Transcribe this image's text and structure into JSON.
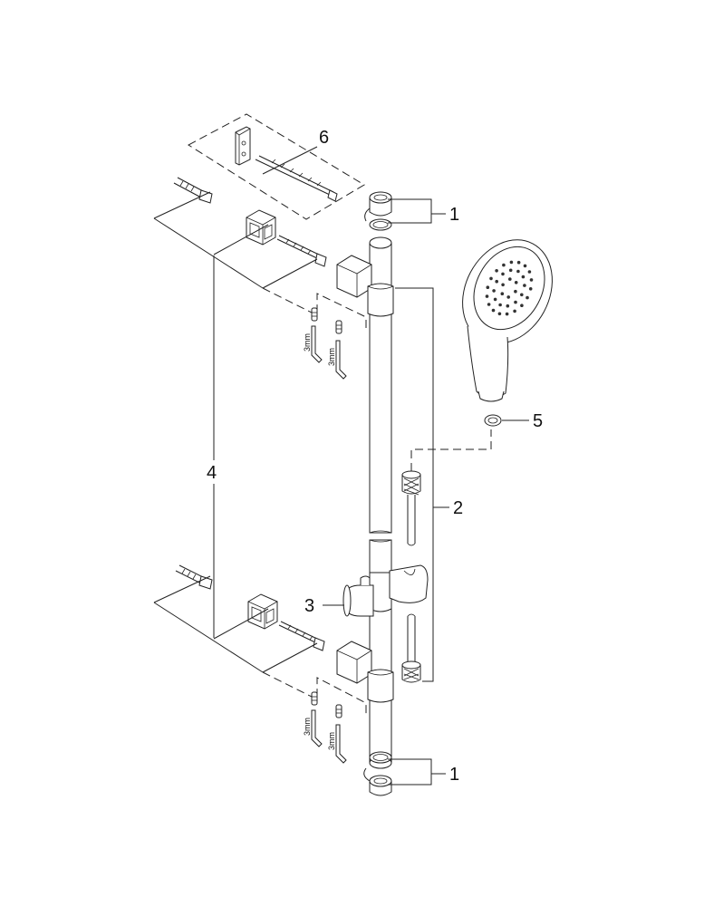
{
  "callouts": {
    "end_cap_top": "1",
    "end_cap_bottom": "1",
    "hose": "2",
    "slider": "3",
    "rail_spacing": "4",
    "flow_regulator": "5",
    "wall_bracket_set": "6"
  },
  "tool_labels": {
    "upper_left": "3mm",
    "upper_right": "3mm",
    "lower_left": "3mm",
    "lower_right": "3mm"
  },
  "colors": {
    "line": "#222222",
    "text": "#111111",
    "background": "#ffffff"
  }
}
